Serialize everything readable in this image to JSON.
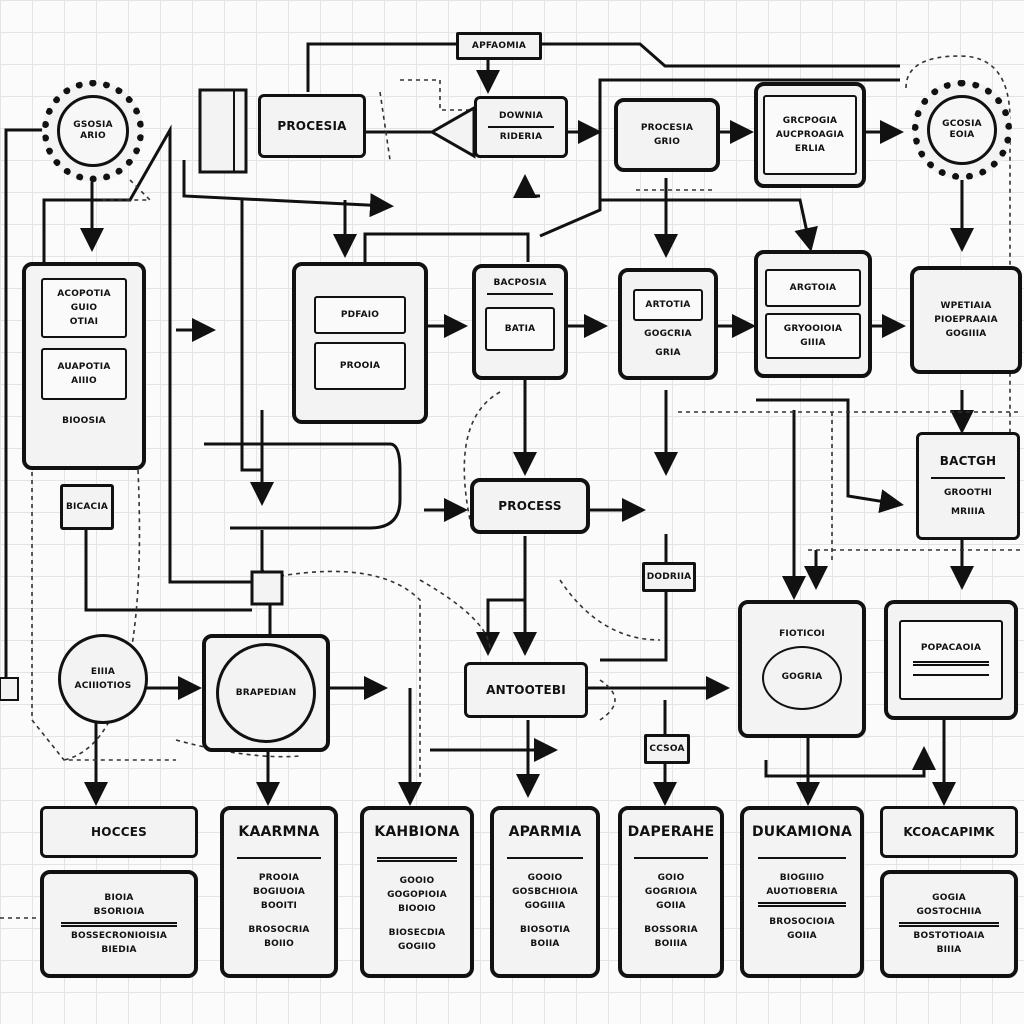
{
  "diagram": {
    "title": "APFAOMIA",
    "row1": {
      "gear_left": [
        "GSOSIA",
        "ARIO"
      ],
      "process_top": "PROCESIA",
      "merge_box": [
        "DOWNIA",
        "RIDERIA"
      ],
      "step_a": [
        "PROCESIA",
        "GRIO"
      ],
      "step_b": [
        "GRCPOGIA",
        "AUCPROAGIA",
        "ERLIA"
      ],
      "gear_right": [
        "GCOSIA",
        "EOIA"
      ]
    },
    "row2": {
      "left_panel": {
        "top": [
          "ACOPOTIA",
          "GUIO",
          "OTIAI"
        ],
        "mid": [
          "AUAPOTIA",
          "AIIIO"
        ],
        "bottom": "BIOOSIA"
      },
      "stack_panel": [
        "PDFAIO",
        "PROOIA"
      ],
      "flow_panel": [
        "BACPOSIA",
        "BATIA"
      ],
      "opt_panel": [
        "ARTOTIA",
        "GOGCRIA",
        "GRIA"
      ],
      "action_panel": [
        "ARGTOIA",
        "GRYOOIOIA",
        "GIIIA"
      ],
      "right_panel": [
        "WPETIAIA",
        "PIOEPRAAIA",
        "GOGIIIA"
      ],
      "small_side": "BICACIA"
    },
    "row3": {
      "process_center": "PROCESS",
      "bacteh": [
        "BACTGH",
        "GROOTHI",
        "MRIIIA"
      ],
      "label_mid": "DODRIIA",
      "circle_left": [
        "EIIIA",
        "ACIIIOTIOS"
      ],
      "big_round": "BRAPEDIAN",
      "antogen": "ANTOOTEBI",
      "screen_box": [
        "FIOTICOI",
        "GOGRIA"
      ],
      "doc_box": "POPACAOIA",
      "small_mid": "CCSOA"
    },
    "bottom_row": [
      {
        "header": "HOCCES",
        "lines": [
          "BIOIA",
          "BSORIOIA",
          "BOSSECRONIOISIA",
          "BIEDIA"
        ]
      },
      {
        "header": "KAARMNA",
        "lines": [
          "PROOIA",
          "BOGIUOIA",
          "BOOITI",
          "BROSOCRIA",
          "BOIIO"
        ]
      },
      {
        "header": "KAHBIONA",
        "lines": [
          "GOOIO",
          "GOGOPIOIA",
          "BIOOIO",
          "BIOSECDIA",
          "GOGIIO"
        ]
      },
      {
        "header": "APARMIA",
        "lines": [
          "GOOIO",
          "GOSBCHIOIA",
          "GOGIIIA",
          "BIOSOTIA",
          "BOIIA"
        ]
      },
      {
        "header": "DAPERAHE",
        "lines": [
          "GOIO",
          "GOGRIOIA",
          "GOIIA",
          "BOSSORIA",
          "BOIIIA"
        ]
      },
      {
        "header": "DUKAMIONA",
        "lines": [
          "BIOGIIIO",
          "AUOTIOBERIA",
          "BROSOCIOIA",
          "GOIIA"
        ]
      },
      {
        "header": "KCOACAPIMK",
        "lines": [
          "GOGIA",
          "GOSTOCHIIA",
          "BOSTOTIOAIA",
          "BIIIA"
        ]
      }
    ]
  }
}
